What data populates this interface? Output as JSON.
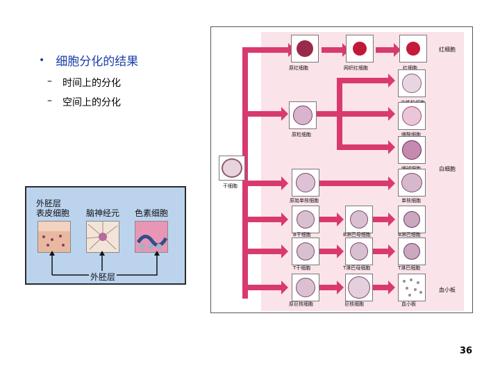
{
  "bullets": {
    "main": "细胞分化的结果",
    "sub1": "时间上的分化",
    "sub2": "空间上的分化"
  },
  "ectoderm": {
    "label1": "外胚层",
    "label1b": "表皮细胞",
    "label2": "脑神经元",
    "label3": "色素细胞",
    "bottom": "外胚层"
  },
  "diagram": {
    "stem_cell": "干细胞",
    "group_red": "红细胞",
    "group_white": "白细胞",
    "group_platelet": "血小板",
    "row1": [
      "原红细胞",
      "网织红细胞",
      "红细胞"
    ],
    "neutrophil": "中性粒细胞",
    "myeloblast": "原粒细胞",
    "eosinophil": "嗜酸细胞",
    "basophil": "嗜碱细胞",
    "monoblast": "原始单核细胞",
    "monocyte": "单核细胞",
    "row_b": [
      "B干细胞",
      "B淋巴母细胞",
      "B淋巴细胞"
    ],
    "row_t": [
      "T干细胞",
      "T淋巴母细胞",
      "T淋巴细胞"
    ],
    "row_mk": [
      "原巨核细胞",
      "巨核细胞",
      "血小板"
    ]
  },
  "slide_number": "36",
  "colors": {
    "accent": "#1a3ea8",
    "arrow": "#d93a6e",
    "panel": "#fbe3ea"
  }
}
